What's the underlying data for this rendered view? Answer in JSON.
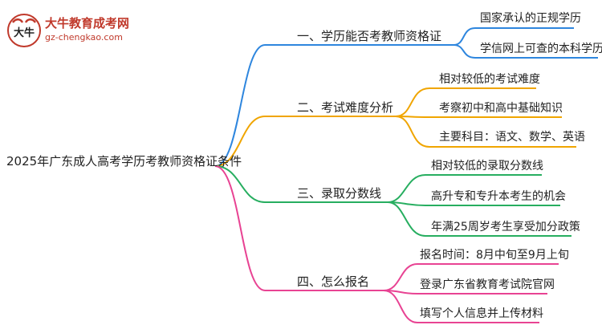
{
  "logo": {
    "title": "大牛教育成考网",
    "url": "gz-chengkao.com",
    "mark_glyph": "大牛"
  },
  "root": "2025年广东成人高考学历考教师资格证条件",
  "branches": [
    {
      "label": "一、学历能否考教师资格证",
      "color": "#2e86de",
      "leaves": [
        "国家承认的正规学历",
        "学信网上可查的本科学历"
      ]
    },
    {
      "label": "二、考试难度分析",
      "color": "#f0a500",
      "leaves": [
        "相对较低的考试难度",
        "考察初中和高中基础知识",
        "主要科目：语文、数学、英语"
      ]
    },
    {
      "label": "三、录取分数线",
      "color": "#27ae60",
      "leaves": [
        "相对较低的录取分数线",
        "高升专和专升本考生的机会",
        "年满25周岁考生享受加分政策"
      ]
    },
    {
      "label": "四、怎么报名",
      "color": "#e84393",
      "leaves": [
        "报名时间：8月中旬至9月上旬",
        "登录广东省教育考试院官网",
        "填写个人信息并上传材料"
      ]
    }
  ],
  "colors": {
    "root_line": "#888888",
    "logo_red": "#c0392b"
  }
}
